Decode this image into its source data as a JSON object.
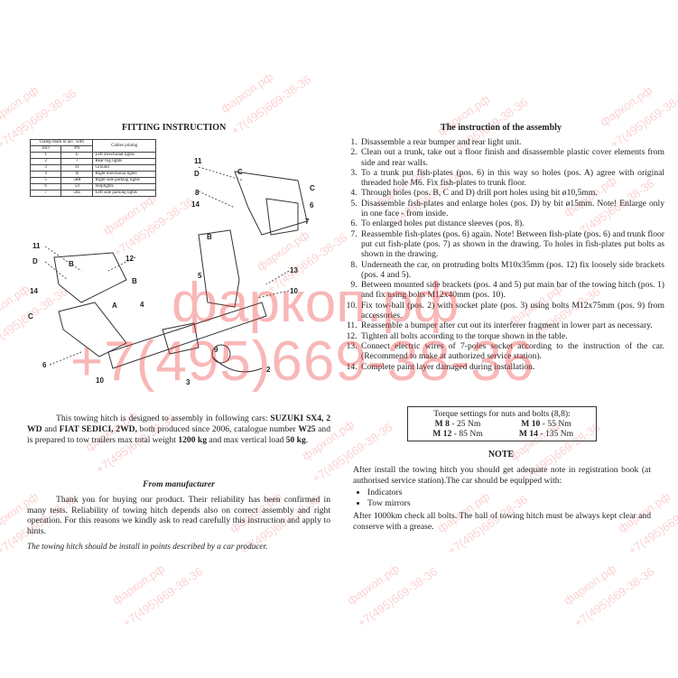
{
  "left": {
    "title": "FITTING INSTRUCTION",
    "clamp_table": {
      "header_group": "Clamp mark in acc. with",
      "header_iso": "ISO",
      "header_pn": "PN",
      "header_cables": "Cables joining",
      "rows": [
        {
          "iso": "1",
          "pn": "L",
          "desc": "Left directional lights"
        },
        {
          "iso": "2",
          "pn": "+",
          "desc": "Rear fog lights"
        },
        {
          "iso": "3",
          "pn": "31",
          "desc": "Ground"
        },
        {
          "iso": "4",
          "pn": "R",
          "desc": "Right directional lights"
        },
        {
          "iso": "5",
          "pn": "58R",
          "desc": "Right side parking lights"
        },
        {
          "iso": "6",
          "pn": "54",
          "desc": "Stoplights"
        },
        {
          "iso": "7",
          "pn": "58L",
          "desc": "Left side parking lights"
        }
      ]
    },
    "diagram_labels": [
      "11",
      "D",
      "C",
      "8",
      "14",
      "B",
      "C",
      "6",
      "7",
      "11",
      "D",
      "B",
      "12",
      "14",
      "B",
      "C",
      "A",
      "4",
      "5",
      "13",
      "10",
      "6",
      "9",
      "2",
      "10",
      "3"
    ],
    "intro": {
      "p1": "This towing hitch is designed to assembly in following cars: ",
      "car1": "SUZUKI SX4, 2 WD",
      "p2": " and ",
      "car2": "FIAT SEDICI, 2WD,",
      "p3": " both produced since 2006, catalogue number ",
      "catalogue": "W25",
      "p4": " and is prepared to tow trailers max total weight ",
      "weight": "1200 kg",
      "p5": " and max vertical load ",
      "load": "50 kg",
      "p6": "."
    },
    "manufacturer_title": "From manufacturer",
    "manufacturer_text": "Thank you for buying our product. Their reliability has been confirmed in many tests. Reliability of towing hitch depends also on correct assembly and right operation. For this reasons we kindly ask to read carefully this instruction and apply to hints.",
    "install_note": "The towing hitch should be install in points described by a car producer."
  },
  "right": {
    "title": "The instruction of the assembly",
    "steps": [
      "Disassemble a rear bumper and rear light unit.",
      "Clean out a trunk, take out a floor finish and disassemble plastic cover elements from side and rear walls.",
      "To a trunk put fish-plates (pos. 6) in this way so holes (pos. A) agree with original threaded hole M6. Fix fish-plates to trunk floor.",
      "Through holes (pos. B, C and D) drill port holes using bit ø10,5mm.",
      "Disassemble fish-plates and enlarge holes (pos. D) by bit ø15mm. Note! Enlarge only in one face - from inside.",
      "To enlarged holes put distance sleeves (pos. 8).",
      "Reassemble fish-plates (pos. 6) again. Note! Between fish-plate (pos. 6) and trunk floor put cut fish-plate (pos. 7) as shown in the drawing. To holes in fish-plates put bolts as shown in the drawing.",
      "Underneath the car, on protruding bolts M10x35mm (pos. 12) fix loosely side brackets (pos. 4 and 5).",
      "Between mounted side brackets (pos. 4 and 5) put main bar of the towing hitch (pos. 1) and fix using bolts M12x40mm (pos. 10).",
      "Fix tow-ball (pos. 2) with socket plate (pos. 3) using bolts M12x75mm (pos. 9) from accessories.",
      "Reassemble a bumper after cut out its interferer fragment in lower part as necessary.",
      "Tighten all bolts according to the torque shown in the table.",
      "Connect electric wires of 7-poles socket according to the instruction of the car. (Recommend to make at authorized service station).",
      "Complete paint layer damaged during installation."
    ],
    "torque": {
      "title": "Torque settings for nuts and bolts (8,8):",
      "items": [
        {
          "bolt": "M 8",
          "value": "25 Nm"
        },
        {
          "bolt": "M 10",
          "value": "55 Nm"
        },
        {
          "bolt": "M 12",
          "value": "85 Nm"
        },
        {
          "bolt": "M 14",
          "value": "135 Nm"
        }
      ]
    },
    "note_title": "NOTE",
    "note_text": "After install the towing hitch you should get adequate note in registration book (at authorised service station).The car should be equipped with:",
    "note_items": [
      "Indicators",
      "Tow mirrors"
    ],
    "note_after": "After 1000km check all bolts. The ball of towing hitch must be always kept clear and conserve with a grease."
  },
  "watermark": {
    "site": "фаркоп.рф",
    "phone": "+7(495)669-38-36",
    "color": "#e53935"
  }
}
